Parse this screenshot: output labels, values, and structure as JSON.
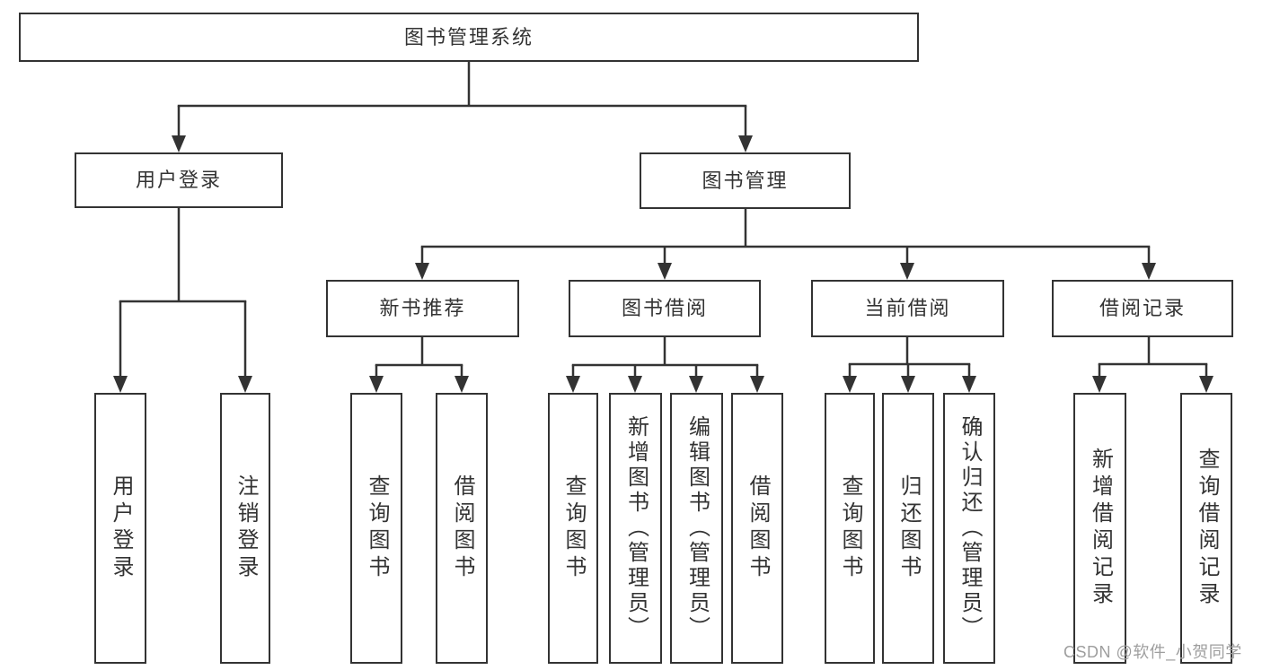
{
  "diagram": {
    "root": {
      "label": "图书管理系统"
    },
    "user_login": {
      "label": "用户登录",
      "children": [
        {
          "label": "用户登录"
        },
        {
          "label": "注销登录"
        }
      ]
    },
    "book_management": {
      "label": "图书管理",
      "sections": [
        {
          "label": "新书推荐",
          "children": [
            {
              "label": "查询图书"
            },
            {
              "label": "借阅图书"
            }
          ]
        },
        {
          "label": "图书借阅",
          "children": [
            {
              "label": "查询图书"
            },
            {
              "label": "新增图书（管理员）"
            },
            {
              "label": "编辑图书（管理员）"
            },
            {
              "label": "借阅图书"
            }
          ]
        },
        {
          "label": "当前借阅",
          "children": [
            {
              "label": "查询图书"
            },
            {
              "label": "归还图书"
            },
            {
              "label": "确认归还（管理员）"
            }
          ]
        },
        {
          "label": "借阅记录",
          "children": [
            {
              "label": "新增借阅记录"
            },
            {
              "label": "查询借阅记录"
            }
          ]
        }
      ]
    }
  },
  "watermark": {
    "text": "CSDN @软件_小贺同学"
  },
  "colors": {
    "line": "#333333",
    "text": "#333333",
    "box_background": "#ffffff",
    "page_background": "#ffffff",
    "watermark": "#9e9e9e"
  }
}
